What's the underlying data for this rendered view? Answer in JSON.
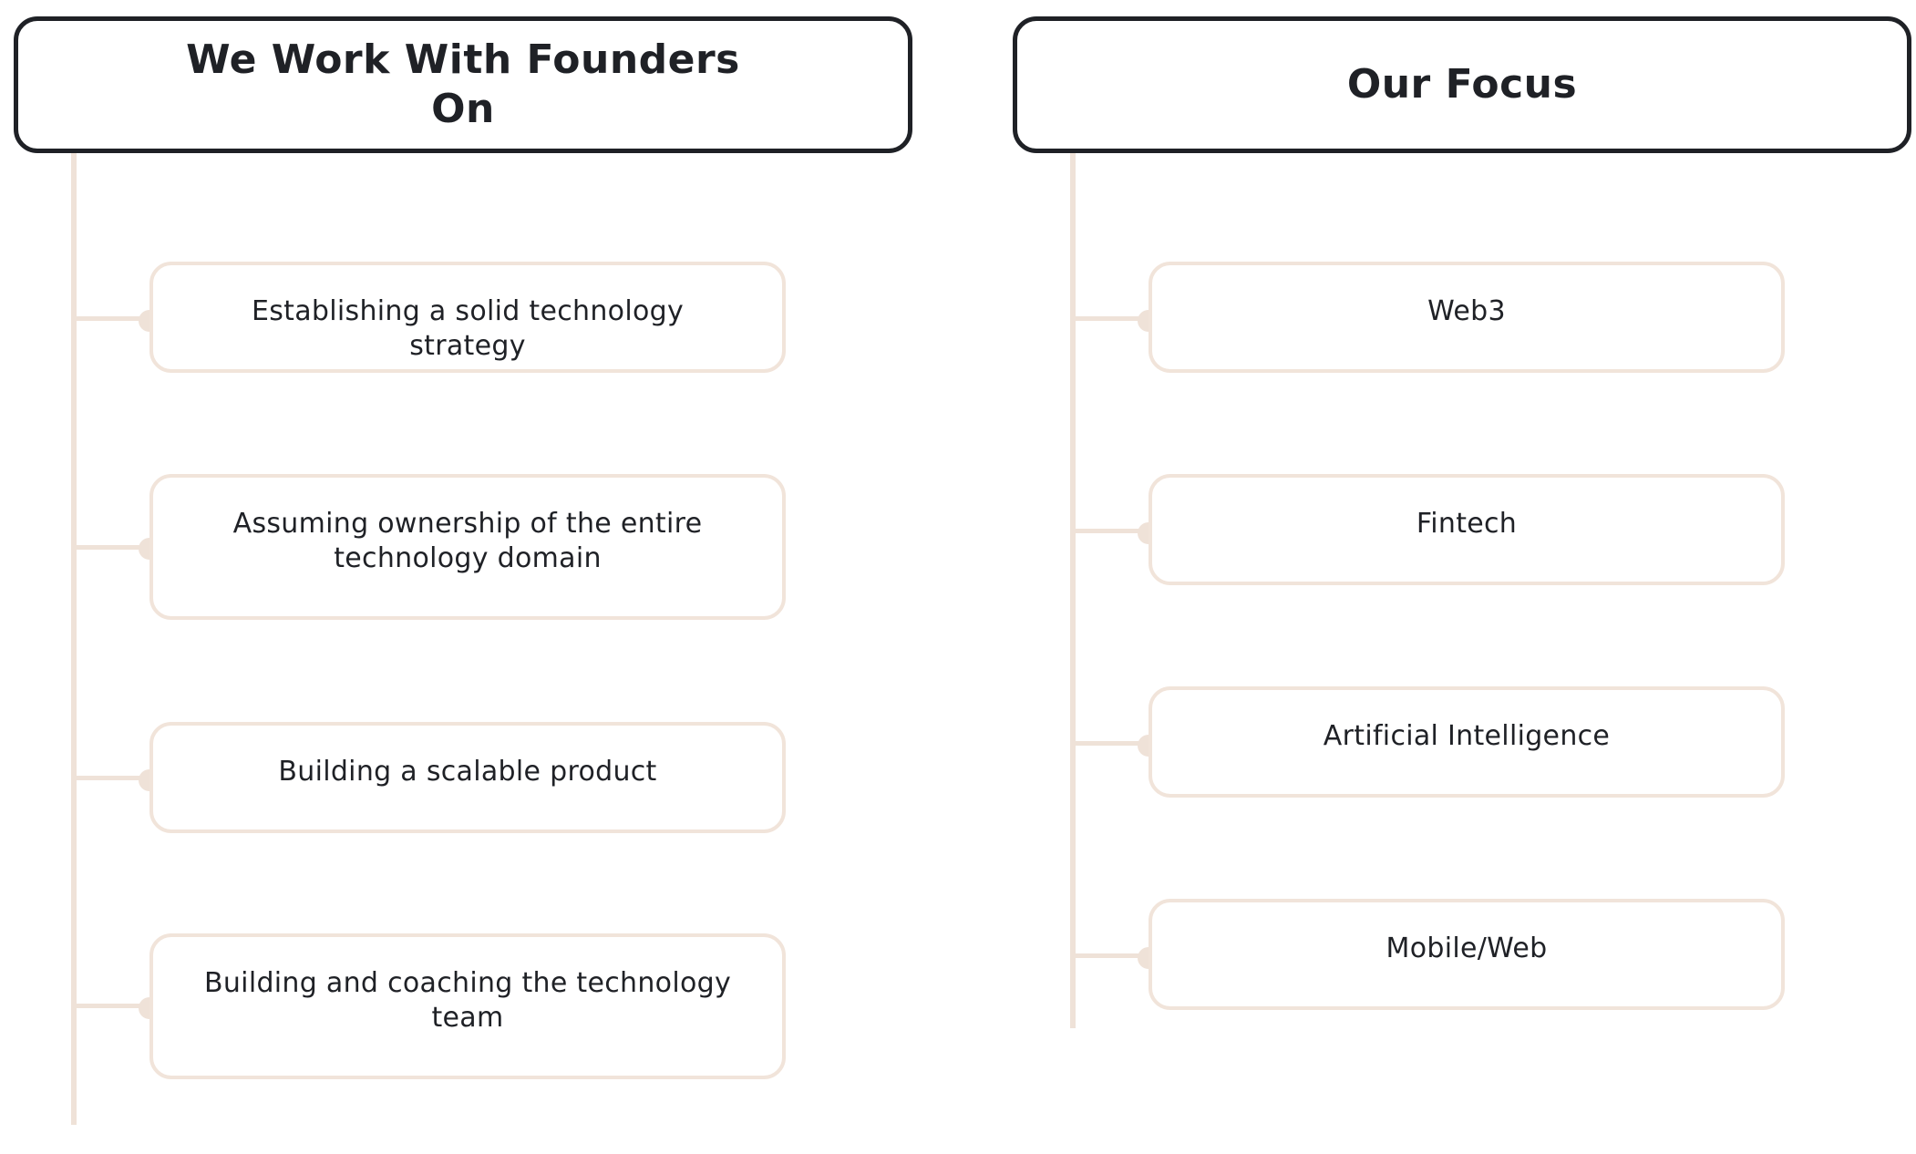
{
  "left": {
    "title": "We Work With Founders On",
    "items": [
      {
        "label": "Establishing a solid technology strategy"
      },
      {
        "label": "Assuming ownership of the entire technology domain"
      },
      {
        "label": "Building a scalable product"
      },
      {
        "label": "Building and coaching the technology team"
      }
    ]
  },
  "right": {
    "title": "Our Focus",
    "items": [
      {
        "label": "Web3"
      },
      {
        "label": "Fintech"
      },
      {
        "label": "Artificial Intelligence"
      },
      {
        "label": "Mobile/Web"
      }
    ]
  },
  "colors": {
    "text": "#1f2126",
    "header_border": "#1f2126",
    "connector": "#efe2d8",
    "box_border": "#f1e4da"
  }
}
